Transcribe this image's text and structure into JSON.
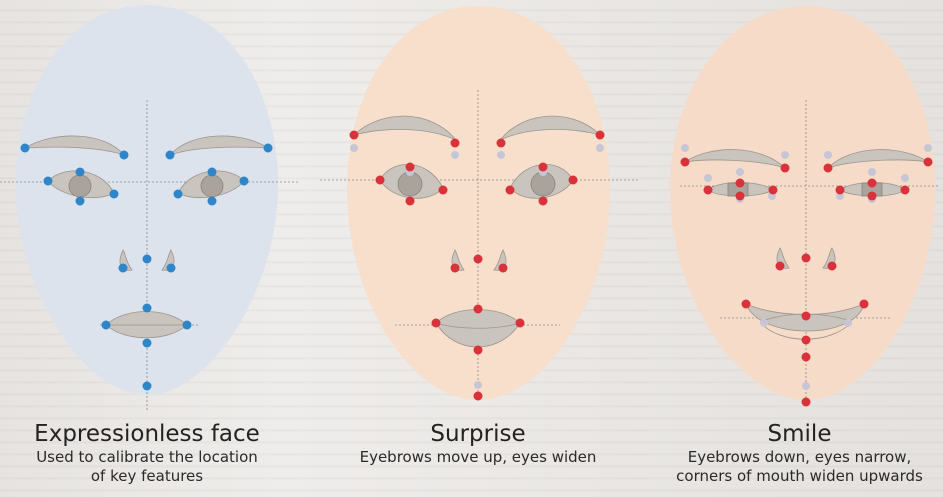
{
  "panels": [
    {
      "title": "Expressionless face",
      "subtitle_lines": [
        "Used to calibrate the location",
        "of key features"
      ],
      "face_color": "#dde3ec",
      "dot_color": "#2e86c9"
    },
    {
      "title": "Surprise",
      "subtitle_lines": [
        "Eyebrows move up, eyes widen"
      ],
      "face_color": "#f7dfcc",
      "dot_color": "#d9323a"
    },
    {
      "title": "Smile",
      "subtitle_lines": [
        "Eyebrows down, eyes narrow,",
        "corners of mouth widen upwards"
      ],
      "face_color": "#f6dcc8",
      "dot_color": "#d9323a"
    }
  ],
  "colors": {
    "ghost_dot": "#c6c6d6",
    "feature_fill": "#c9c4bd",
    "feature_stroke": "#9c958d",
    "guide_line": "#8a8a8a"
  }
}
